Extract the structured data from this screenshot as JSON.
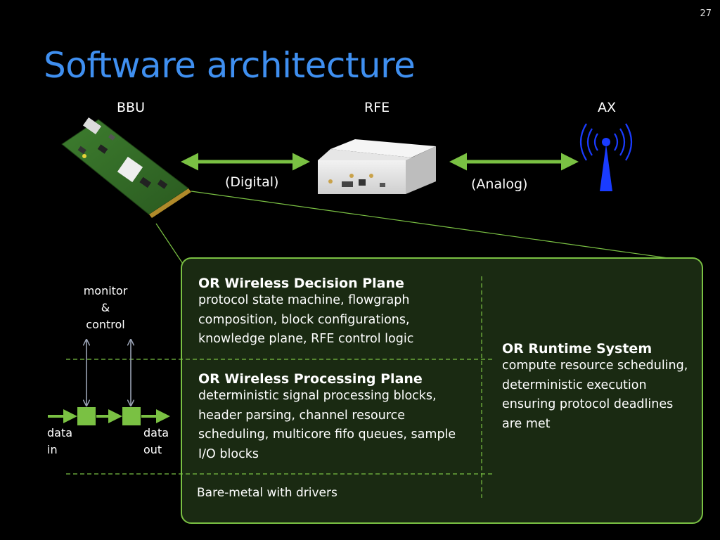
{
  "slide": {
    "page_number": "27",
    "title": "Software architecture"
  },
  "nodes": {
    "bbu": "BBU",
    "rfe": "RFE",
    "ax": "AX"
  },
  "links": {
    "digital": "(Digital)",
    "analog": "(Analog)"
  },
  "planes": {
    "decision": {
      "title": "OR Wireless Decision Plane",
      "body": "protocol state machine, flowgraph composition, block configurations, knowledge plane, RFE control logic"
    },
    "processing": {
      "title": "OR Wireless Processing Plane",
      "body": "deterministic signal processing blocks, header parsing, channel resource scheduling, multicore fifo queues, sample I/O blocks"
    },
    "runtime": {
      "title": "OR Runtime System",
      "body": "compute resource scheduling, deterministic execution ensuring protocol deadlines are met"
    },
    "baremetal": "Bare-metal with drivers"
  },
  "flow": {
    "monitor_line1": "monitor",
    "monitor_line2": "&",
    "monitor_line3": "control",
    "data_in_1": "data",
    "data_in_2": "in",
    "data_out_1": "data",
    "data_out_2": "out"
  },
  "colors": {
    "title": "#3f8ff0",
    "accent_green": "#7ac143",
    "panel_bg": "#1a2a12",
    "antenna": "#1a3cff"
  }
}
